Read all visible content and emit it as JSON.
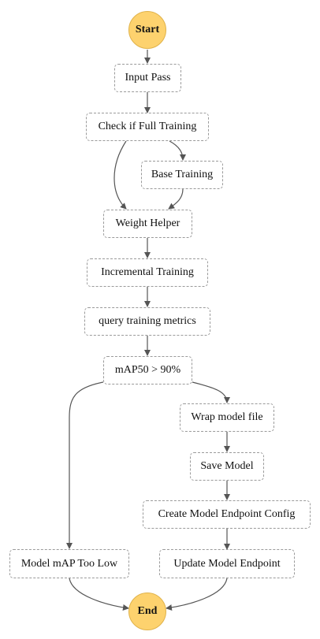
{
  "diagram": {
    "start": "Start",
    "end": "End",
    "nodes": {
      "input_pass": "Input Pass",
      "check_full_training": "Check if Full Training",
      "base_training": "Base Training",
      "weight_helper": "Weight Helper",
      "incremental_training": "Incremental Training",
      "query_training_metrics": "query training metrics",
      "map50_check": "mAP50 > 90%",
      "wrap_model_file": "Wrap model file",
      "save_model": "Save Model",
      "create_endpoint_config": "Create Model Endpoint Config",
      "model_map_too_low": "Model mAP Too Low",
      "update_model_endpoint": "Update Model Endpoint"
    },
    "colors": {
      "terminal_fill": "#fdd26e",
      "node_border": "#9a9a9a",
      "edge": "#555555"
    }
  }
}
